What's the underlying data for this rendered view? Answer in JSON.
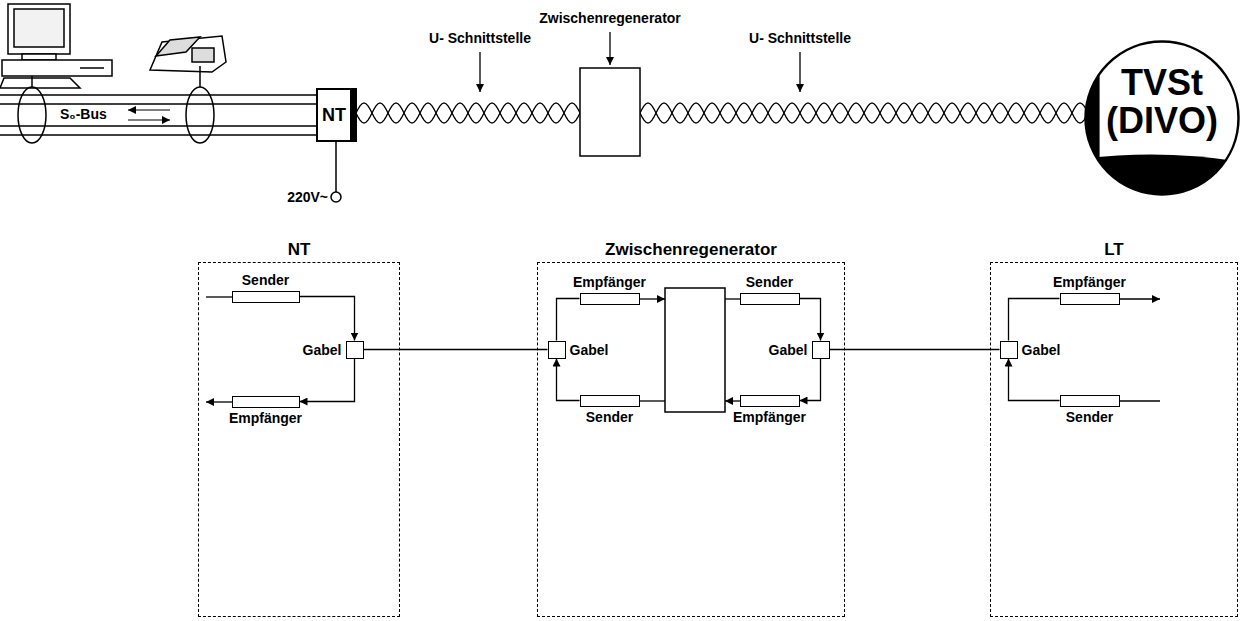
{
  "diagram": {
    "nodes": [
      {
        "text": [
          "NT"
        ]
      },
      {
        "text": [
          "TVSt (DIVO)"
        ]
      },
      {
        "text": [
          "NT"
        ]
      },
      {
        "text": [
          "Sender"
        ],
        "in": 2
      },
      {
        "text": [
          "Gabel"
        ],
        "in": 2
      },
      {
        "text": [
          "Empfänger"
        ],
        "in": 2
      },
      {
        "text": [
          "Zwischenregenerator"
        ]
      },
      {
        "text": [
          "Empfänger"
        ],
        "in": 6
      },
      {
        "text": [
          "Gabel"
        ],
        "in": 6
      },
      {
        "text": [
          "Sender"
        ],
        "in": 6
      },
      {
        "text": [
          "Sender"
        ],
        "in": 6
      },
      {
        "text": [
          "Gabel"
        ],
        "in": 6
      },
      {
        "text": [
          "Empfänger"
        ],
        "in": 6
      },
      {
        "text": [
          "LT"
        ]
      },
      {
        "text": [
          "Empfänger"
        ],
        "in": 13
      },
      {
        "text": [
          "Gabel"
        ],
        "in": 13
      },
      {
        "text": [
          "Sender"
        ],
        "in": 13
      }
    ],
    "edges": [
      {
        "from": 3,
        "to": 4,
        "arrow": "to"
      },
      {
        "from": 4,
        "to": 5,
        "arrow": "to"
      },
      {
        "from": 4,
        "to": 8,
        "arrow": "none"
      },
      {
        "from": 9,
        "to": 8,
        "arrow": "to"
      },
      {
        "from": 8,
        "to": 7,
        "arrow": "none"
      },
      {
        "from": 10,
        "to": 11,
        "arrow": "to"
      },
      {
        "from": 11,
        "to": 12,
        "arrow": "to"
      },
      {
        "from": 11,
        "to": 15,
        "arrow": "none"
      },
      {
        "from": 16,
        "to": 15,
        "arrow": "to"
      },
      {
        "from": 15,
        "to": 14,
        "arrow": "none"
      }
    ],
    "labels": [
      "S₀-Bus",
      "220V~",
      "U- Schnittstelle",
      "Zwischenregenerator",
      "U- Schnittstelle"
    ]
  }
}
